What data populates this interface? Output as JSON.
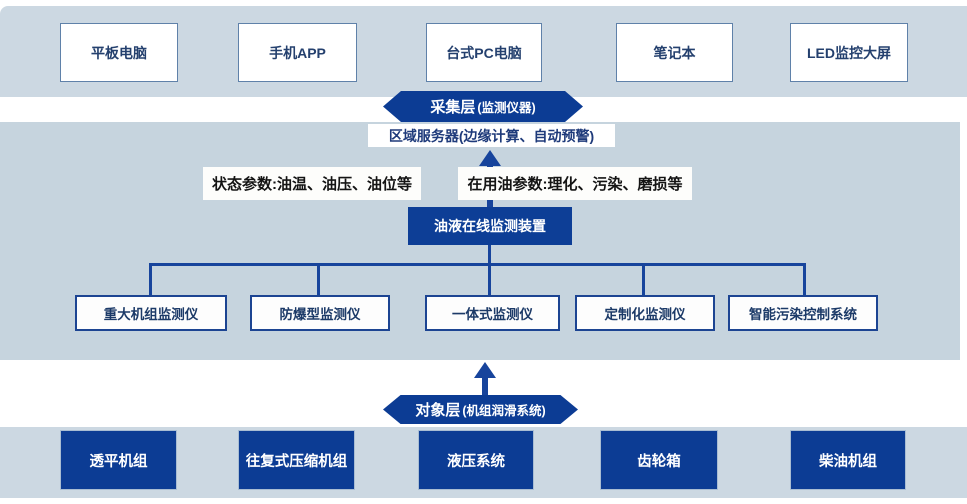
{
  "diagram": {
    "accent_blue": "#0c3c94",
    "band_color": "#ccd8e2",
    "connector_color": "#17449c"
  },
  "terminals": [
    {
      "label": "平板电脑"
    },
    {
      "label": "手机APP"
    },
    {
      "label": "台式PC电脑"
    },
    {
      "label": "笔记本"
    },
    {
      "label": "LED监控大屏"
    }
  ],
  "collection_layer": {
    "title": "采集层",
    "subtitle": "(监测仪器)"
  },
  "server": {
    "label": "区域服务器(边缘计算、自动预警)"
  },
  "params": {
    "left": "状态参数:油温、油压、油位等",
    "right": "在用油参数:理化、污染、磨损等"
  },
  "device": {
    "label": "油液在线监测装置"
  },
  "monitors": [
    {
      "label": "重大机组监测仪"
    },
    {
      "label": "防爆型监测仪"
    },
    {
      "label": "一体式监测仪"
    },
    {
      "label": "定制化监测仪"
    },
    {
      "label": "智能污染控制系统"
    }
  ],
  "object_layer": {
    "title": "对象层",
    "subtitle": "(机组润滑系统)"
  },
  "equipment": [
    {
      "label": "透平机组"
    },
    {
      "label": "往复式压缩机组"
    },
    {
      "label": "液压系统"
    },
    {
      "label": "齿轮箱"
    },
    {
      "label": "柴油机组"
    }
  ]
}
